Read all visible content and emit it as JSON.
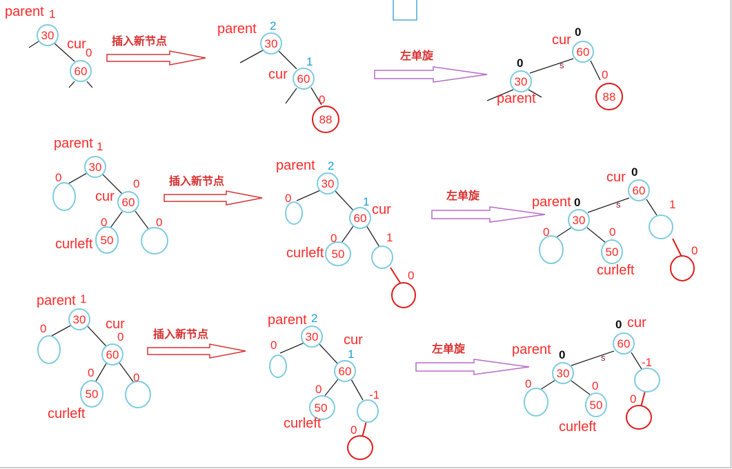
{
  "colors": {
    "label": "#ff2a2a",
    "balance_parent": "#1a9fd8",
    "balance_black": "#111111",
    "node_stroke": "#7ecbe0",
    "new_node_stroke": "#e01a1a",
    "edge": "#222222",
    "insert_arrow": "#d93030",
    "rotate_arrow": "#b76ac8"
  },
  "step_labels": {
    "insert": "插入新节点",
    "rotate": "左单旋"
  },
  "rows": [
    {
      "stage1": {
        "parent": "parent",
        "parent_bf": "1",
        "parent_val": "30",
        "cur": "cur",
        "cur_bf": "0",
        "cur_val": "60"
      },
      "stage2": {
        "parent": "parent",
        "parent_bf": "2",
        "parent_val": "30",
        "cur": "cur",
        "cur_bf": "1",
        "cur_val": "60",
        "new_bf": "0",
        "new_val": "88"
      },
      "stage3": {
        "cur": "cur",
        "cur_bf": "0",
        "cur_val": "60",
        "parent": "parent",
        "parent_bf": "0",
        "parent_val": "30",
        "new_bf": "0",
        "new_val": "88",
        "edge_mark": "s"
      }
    },
    {
      "stage1": {
        "parent": "parent",
        "parent_bf": "1",
        "parent_val": "30",
        "left_bf": "0",
        "cur": "cur",
        "cur_bf": "0",
        "cur_val": "60",
        "curleft": "curleft",
        "curleft_bf": "0",
        "curleft_val": "50",
        "right_bf": "0"
      },
      "stage2": {
        "parent": "parent",
        "parent_bf": "2",
        "parent_val": "30",
        "left_bf": "0",
        "cur": "cur",
        "cur_bf": "1",
        "cur_val": "60",
        "curleft": "curleft",
        "curleft_bf": "0",
        "curleft_val": "50",
        "right_bf": "1",
        "new_bf": "0"
      },
      "stage3": {
        "cur": "cur",
        "cur_bf": "0",
        "cur_val": "60",
        "parent": "parent",
        "parent_bf": "0",
        "parent_val": "30",
        "left_bf": "0",
        "curleft_bf": "0",
        "curleft_val": "50",
        "curleft": "curleft",
        "right_bf": "1",
        "new_bf": "0",
        "edge_mark": "s"
      }
    },
    {
      "stage1": {
        "parent": "parent",
        "parent_bf": "1",
        "parent_val": "30",
        "left_bf": "0",
        "cur": "cur",
        "cur_bf": "0",
        "cur_val": "60",
        "curleft": "curleft",
        "curleft_bf": "0",
        "curleft_val": "50",
        "right_bf": "0"
      },
      "stage2": {
        "parent": "parent",
        "parent_bf": "2",
        "parent_val": "30",
        "left_bf": "0",
        "cur": "cur",
        "cur_bf": "1",
        "cur_val": "60",
        "curleft": "curleft",
        "curleft_bf": "0",
        "curleft_val": "50",
        "right_bf": "-1",
        "new_bf": "0"
      },
      "stage3": {
        "cur": "cur",
        "cur_bf": "0",
        "cur_val": "60",
        "parent": "parent",
        "parent_bf": "0",
        "parent_val": "30",
        "left_bf": "0",
        "curleft_bf": "0",
        "curleft_val": "50",
        "curleft": "curleft",
        "right_bf": "-1",
        "new_bf": "0",
        "edge_mark": "s"
      }
    }
  ]
}
